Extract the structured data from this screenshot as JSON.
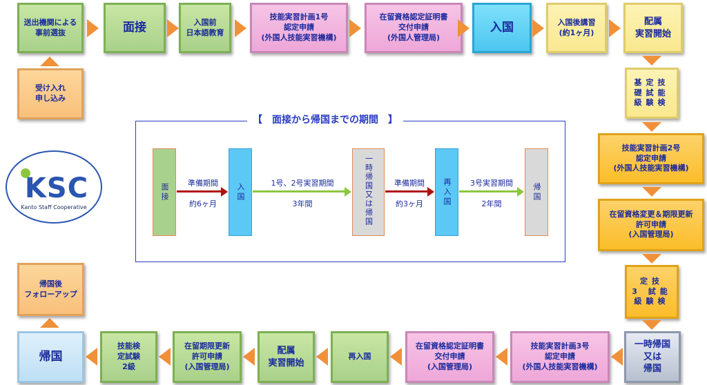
{
  "top_row": [
    {
      "text": "送出機関による\n事前選抜"
    },
    {
      "text": "面接"
    },
    {
      "text": "入国前\n日本語教育"
    },
    {
      "text": "技能実習計画1号\n認定申請\n(外国人技能実習機構)"
    },
    {
      "text": "在留資格認定証明書\n交付申請\n(外国人管理局)"
    },
    {
      "text": "入国"
    },
    {
      "text": "入国後講習\n(約1ヶ月)"
    },
    {
      "text": "配属\n実習開始"
    }
  ],
  "left_top": {
    "text": "受け入れ\n申し込み"
  },
  "right_col": [
    {
      "text": "基定技\n礎試能\n級験検"
    },
    {
      "text": "技能実習計画2号\n認定申請\n(外国人技能実習機構)"
    },
    {
      "text": "在留資格変更＆期限更新\n許可申請\n(入国管理局)"
    },
    {
      "text": "定技\n3 試能\n級験検"
    },
    {
      "text": "一時帰国\n又は\n帰国"
    }
  ],
  "bottom_row": [
    {
      "text": "技能実習計画3号\n認定申請\n(外国人技能実習機構)"
    },
    {
      "text": "在留資格認定証明書\n交付申請\n(入国管理局)"
    },
    {
      "text": "再入国"
    },
    {
      "text": "配属\n実習開始"
    },
    {
      "text": "在留期限更新\n許可申請\n(入国管理局)"
    },
    {
      "text": "技能検\n定試験\n2級"
    },
    {
      "text": "帰国"
    }
  ],
  "left_bottom": {
    "text": "帰国後\nフォローアップ"
  },
  "logo": {
    "text": "KSC",
    "subtitle": "Kanto Staff Cooperative"
  },
  "timeline": {
    "title": "【　面接から帰国までの期間　】",
    "stages": [
      "面接",
      "入国",
      "一時帰国又は帰国",
      "再入国",
      "帰国"
    ],
    "periods": [
      {
        "name": "準備期間",
        "duration": "約6ヶ月"
      },
      {
        "name": "1号、2号実習期間",
        "duration": "3年間"
      },
      {
        "name": "準備期間",
        "duration": "約3ヶ月"
      },
      {
        "name": "3号実習期間",
        "duration": "2年間"
      }
    ]
  },
  "colors": {
    "arrow": "#f0913a",
    "prep_line": "#b01010",
    "training_line": "#8cc63f",
    "frame": "#2a3cc0",
    "text": "#1a2a9c"
  }
}
